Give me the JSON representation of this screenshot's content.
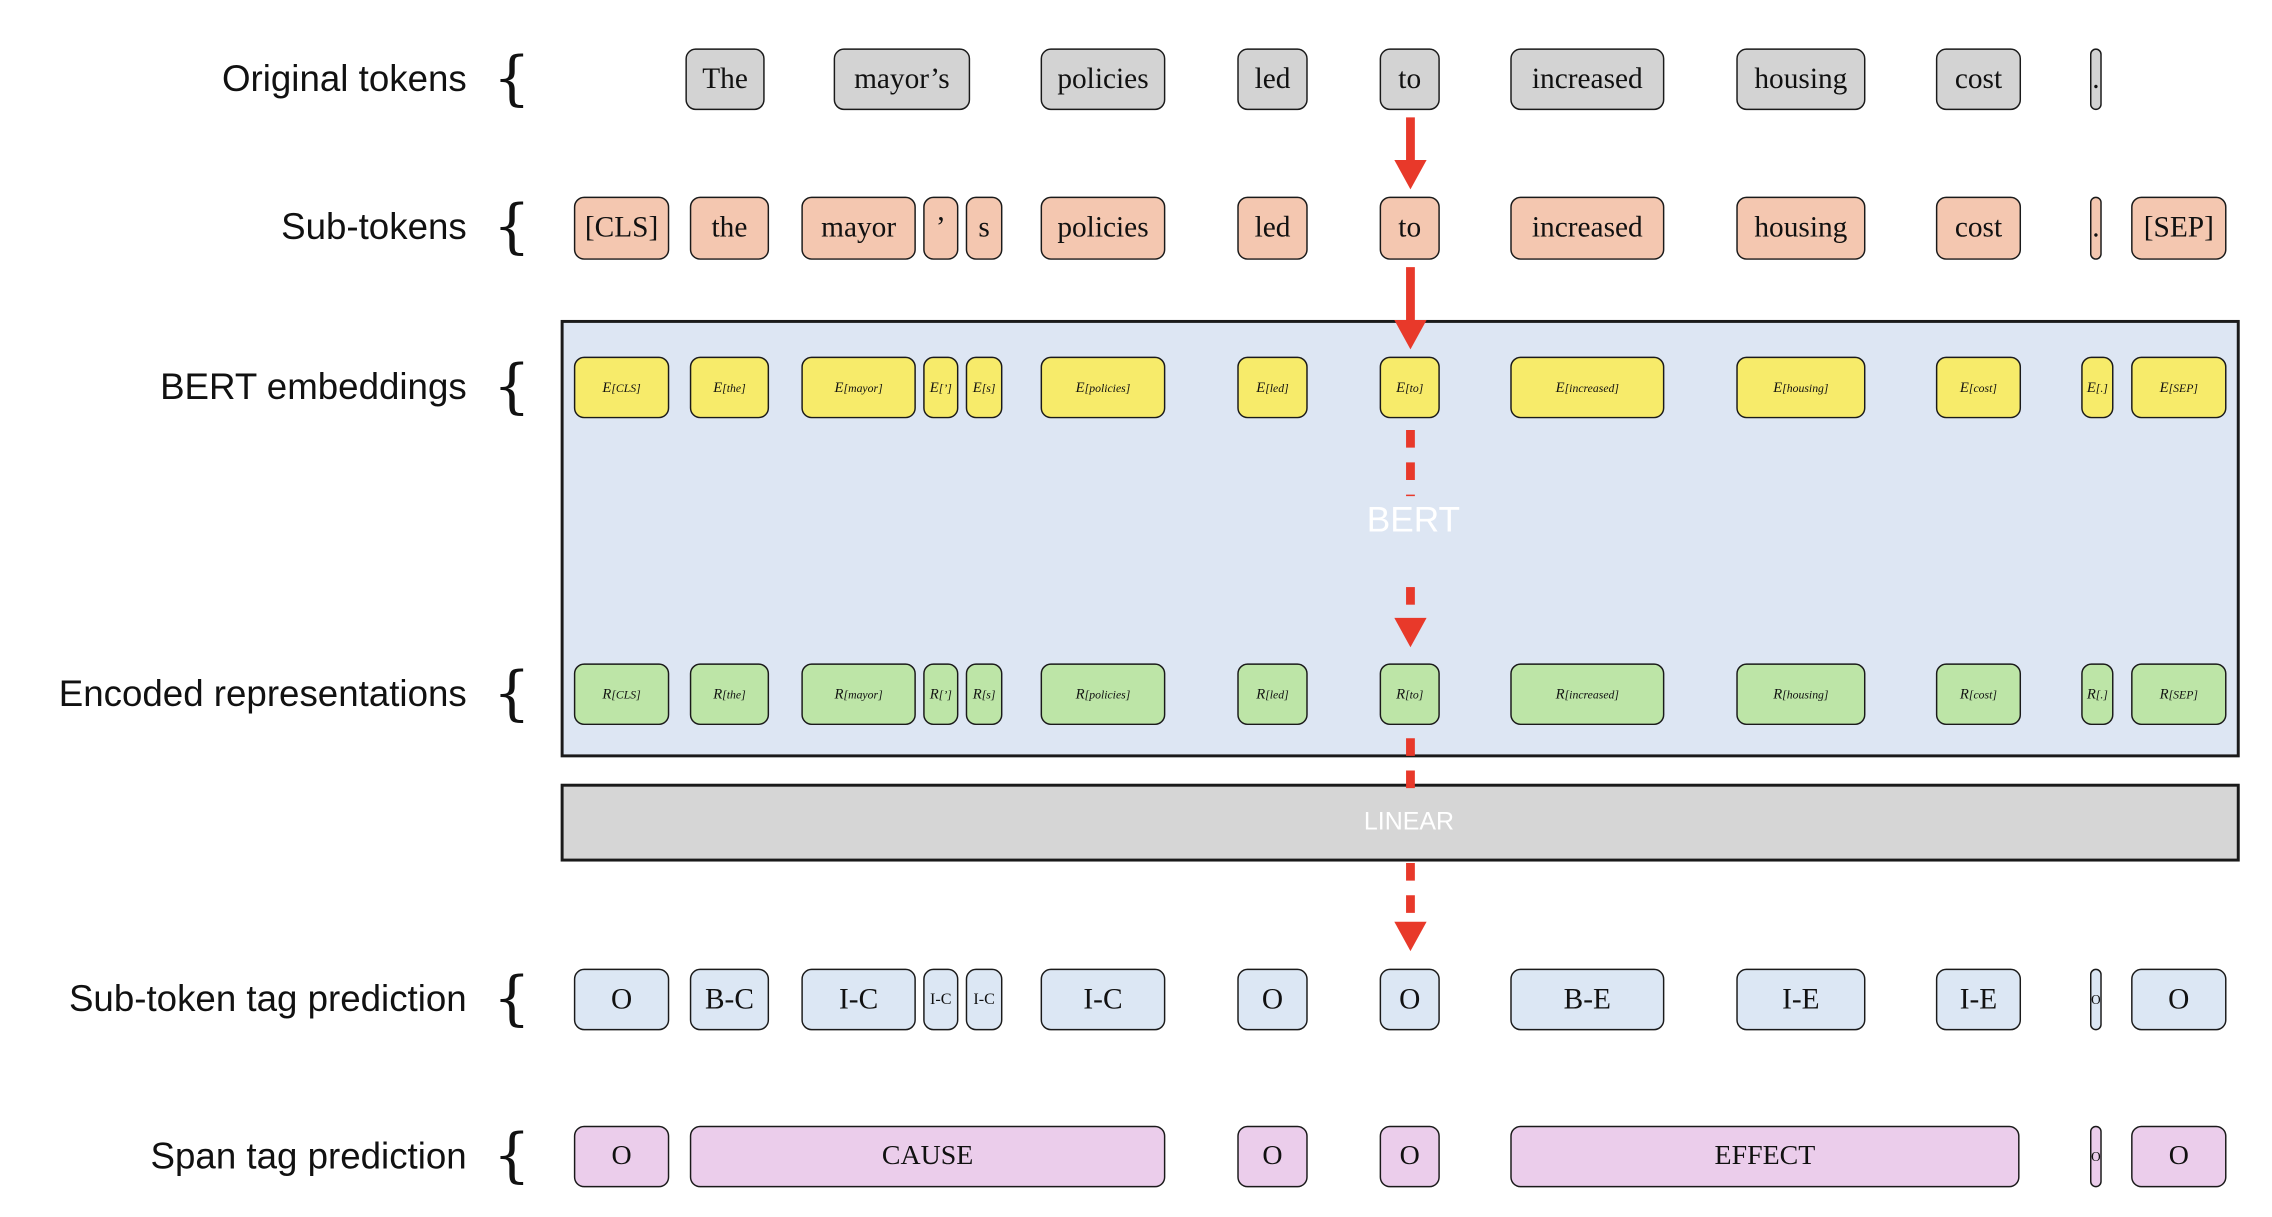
{
  "row_labels": {
    "original": "Original tokens",
    "sub": "Sub-tokens",
    "embeddings": "BERT embeddings",
    "encoded": "Encoded representations",
    "subtag": "Sub-token tag prediction",
    "span": "Span tag prediction"
  },
  "brace_glyph": "{",
  "original_tokens": [
    "The",
    "mayor’s",
    "policies",
    "led",
    "to",
    "increased",
    "housing",
    "cost",
    "."
  ],
  "sub_tokens": [
    "[CLS]",
    "the",
    "mayor",
    "’",
    "s",
    "policies",
    "led",
    "to",
    "increased",
    "housing",
    "cost",
    ".",
    "[SEP]"
  ],
  "embeddings": [
    {
      "sym": "E",
      "sub": "[CLS]"
    },
    {
      "sym": "E",
      "sub": "[the]"
    },
    {
      "sym": "E",
      "sub": "[mayor]"
    },
    {
      "sym": "E",
      "sub": "[’]"
    },
    {
      "sym": "E",
      "sub": "[s]"
    },
    {
      "sym": "E",
      "sub": "[policies]"
    },
    {
      "sym": "E",
      "sub": "[led]"
    },
    {
      "sym": "E",
      "sub": "[to]"
    },
    {
      "sym": "E",
      "sub": "[increased]"
    },
    {
      "sym": "E",
      "sub": "[housing]"
    },
    {
      "sym": "E",
      "sub": "[cost]"
    },
    {
      "sym": "E",
      "sub": "[.]"
    },
    {
      "sym": "E",
      "sub": "[SEP]"
    }
  ],
  "representations": [
    {
      "sym": "R",
      "sub": "[CLS]"
    },
    {
      "sym": "R",
      "sub": "[the]"
    },
    {
      "sym": "R",
      "sub": "[mayor]"
    },
    {
      "sym": "R",
      "sub": "[’]"
    },
    {
      "sym": "R",
      "sub": "[s]"
    },
    {
      "sym": "R",
      "sub": "[policies]"
    },
    {
      "sym": "R",
      "sub": "[led]"
    },
    {
      "sym": "R",
      "sub": "[to]"
    },
    {
      "sym": "R",
      "sub": "[increased]"
    },
    {
      "sym": "R",
      "sub": "[housing]"
    },
    {
      "sym": "R",
      "sub": "[cost]"
    },
    {
      "sym": "R",
      "sub": "[.]"
    },
    {
      "sym": "R",
      "sub": "[SEP]"
    }
  ],
  "sub_token_tags": [
    "O",
    "B-C",
    "I-C",
    "I-C",
    "I-C",
    "I-C",
    "O",
    "O",
    "B-E",
    "I-E",
    "I-E",
    "O",
    "O"
  ],
  "span_tags": [
    "O",
    "CAUSE",
    "O",
    "O",
    "EFFECT",
    "O",
    "O"
  ],
  "bert_label": "BERT",
  "linear_label": "LINEAR",
  "colors": {
    "original": "#d3d3d3",
    "sub": "#f4c7b0",
    "embedding": "#f7eb6a",
    "representation": "#bde5a7",
    "tag": "#dce7f4",
    "span": "#ebcdeb",
    "bert_block": "#dde6f3",
    "linear_block": "#d6d6d6",
    "arrow": "#e8392a"
  }
}
